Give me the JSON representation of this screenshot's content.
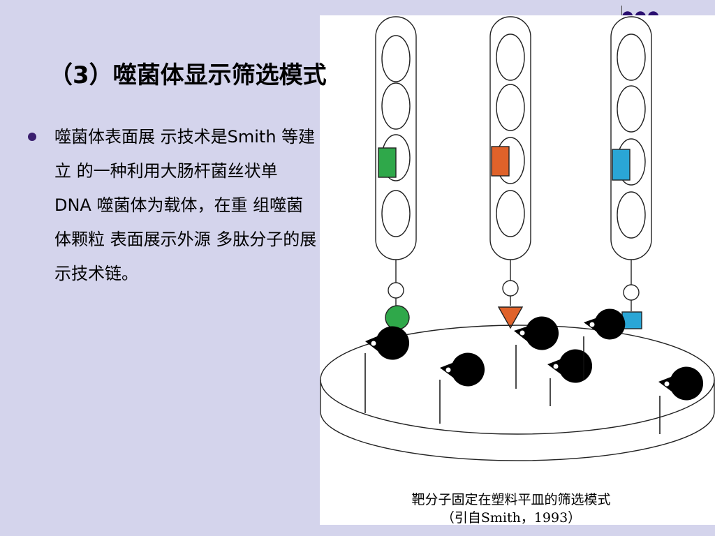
{
  "slide": {
    "title": "（3）噬菌体显示筛选模式",
    "bullet": "噬菌体表面展 示技术是Smith 等建立 的一种利用大肠杆菌丝状单 DNA 噬菌体为载体，在重 组噬菌体颗粒 表面展示外源 多肽分子的展 示技术链。",
    "decor_dots": "●●●"
  },
  "figure": {
    "caption_line1": "靶分子固定在塑料平皿的筛选模式",
    "caption_line2": "（引自Smith，1993）",
    "colors": {
      "green": "#2fa84a",
      "orange": "#e0622a",
      "blue": "#2aa6d6",
      "receptor": "#000000"
    }
  }
}
